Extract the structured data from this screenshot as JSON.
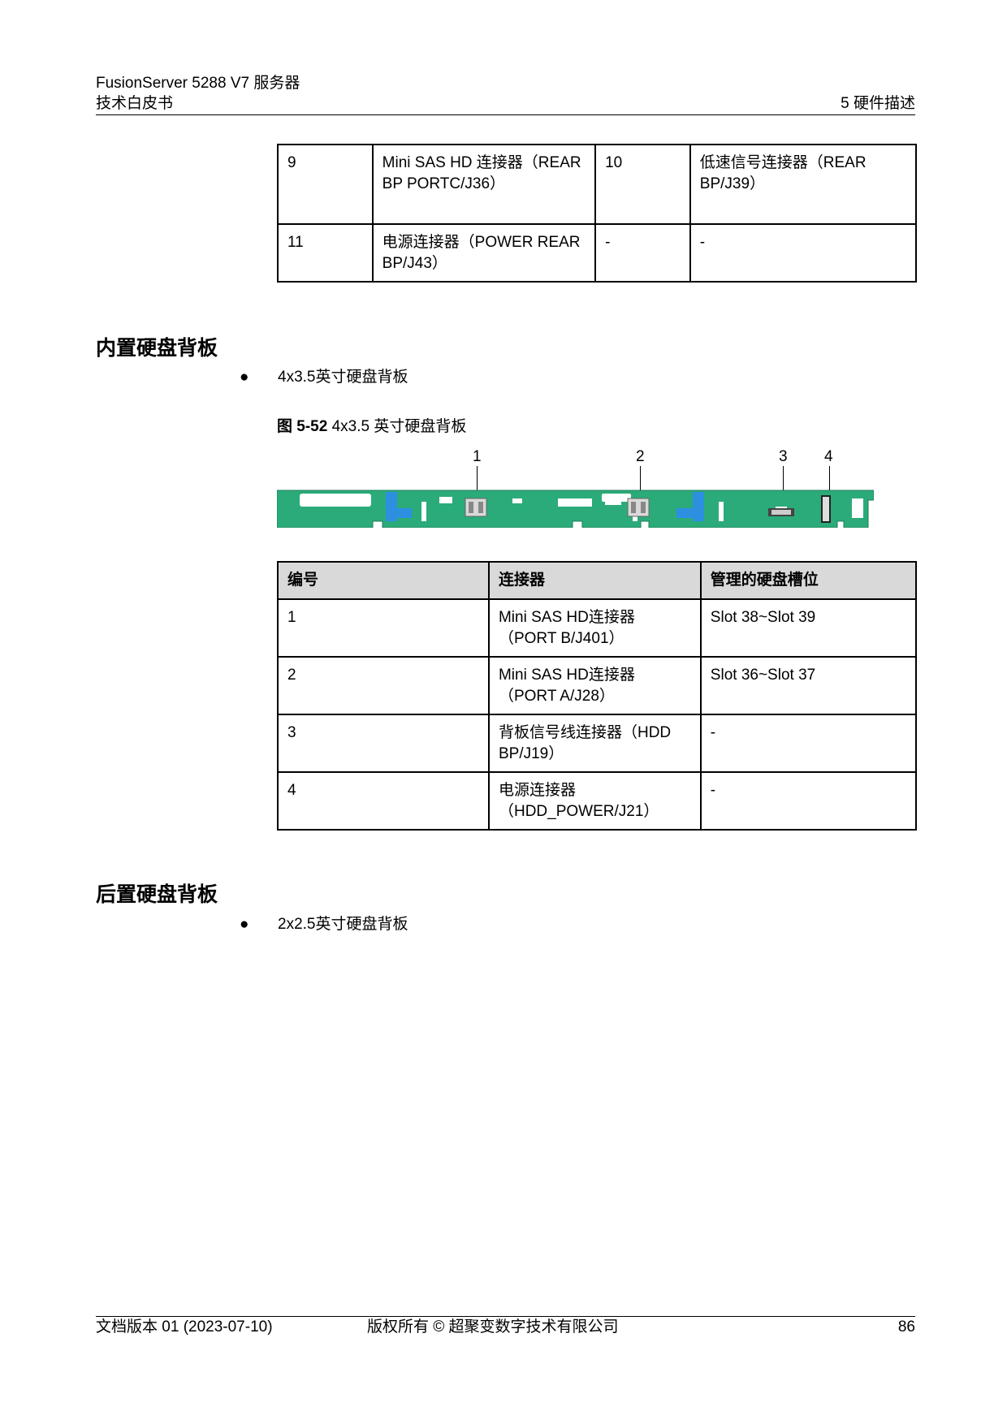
{
  "header": {
    "product": "FusionServer 5288 V7 服务器",
    "doc_type": "技术白皮书",
    "chapter": "5 硬件描述"
  },
  "table_top": {
    "rows": [
      [
        "9",
        "Mini SAS HD 连接器（REAR BP PORTC/J36）",
        "10",
        "低速信号连接器（REAR BP/J39）"
      ],
      [
        "11",
        "电源连接器（POWER REAR BP/J43）",
        "-",
        "-"
      ]
    ]
  },
  "section_internal": {
    "title": "内置硬盘背板",
    "bullet": "4x3.5英寸硬盘背板",
    "figure_label": "图 5-52",
    "figure_title": "4x3.5 英寸硬盘背板",
    "callouts": [
      "1",
      "2",
      "3",
      "4"
    ],
    "board_color": "#2bab7a",
    "table": {
      "headers": [
        "编号",
        "连接器",
        "管理的硬盘槽位"
      ],
      "rows": [
        [
          "1",
          "Mini SAS HD连接器（PORT B/J401）",
          "Slot 38~Slot 39"
        ],
        [
          "2",
          "Mini SAS HD连接器（PORT A/J28）",
          "Slot 36~Slot 37"
        ],
        [
          "3",
          "背板信号线连接器（HDD BP/J19）",
          "-"
        ],
        [
          "4",
          "电源连接器（HDD_POWER/J21）",
          "-"
        ]
      ]
    }
  },
  "section_rear": {
    "title": "后置硬盘背板",
    "bullet": "2x2.5英寸硬盘背板"
  },
  "footer": {
    "version": "文档版本 01 (2023-07-10)",
    "copyright": "版权所有 © 超聚变数字技术有限公司",
    "page": "86"
  }
}
